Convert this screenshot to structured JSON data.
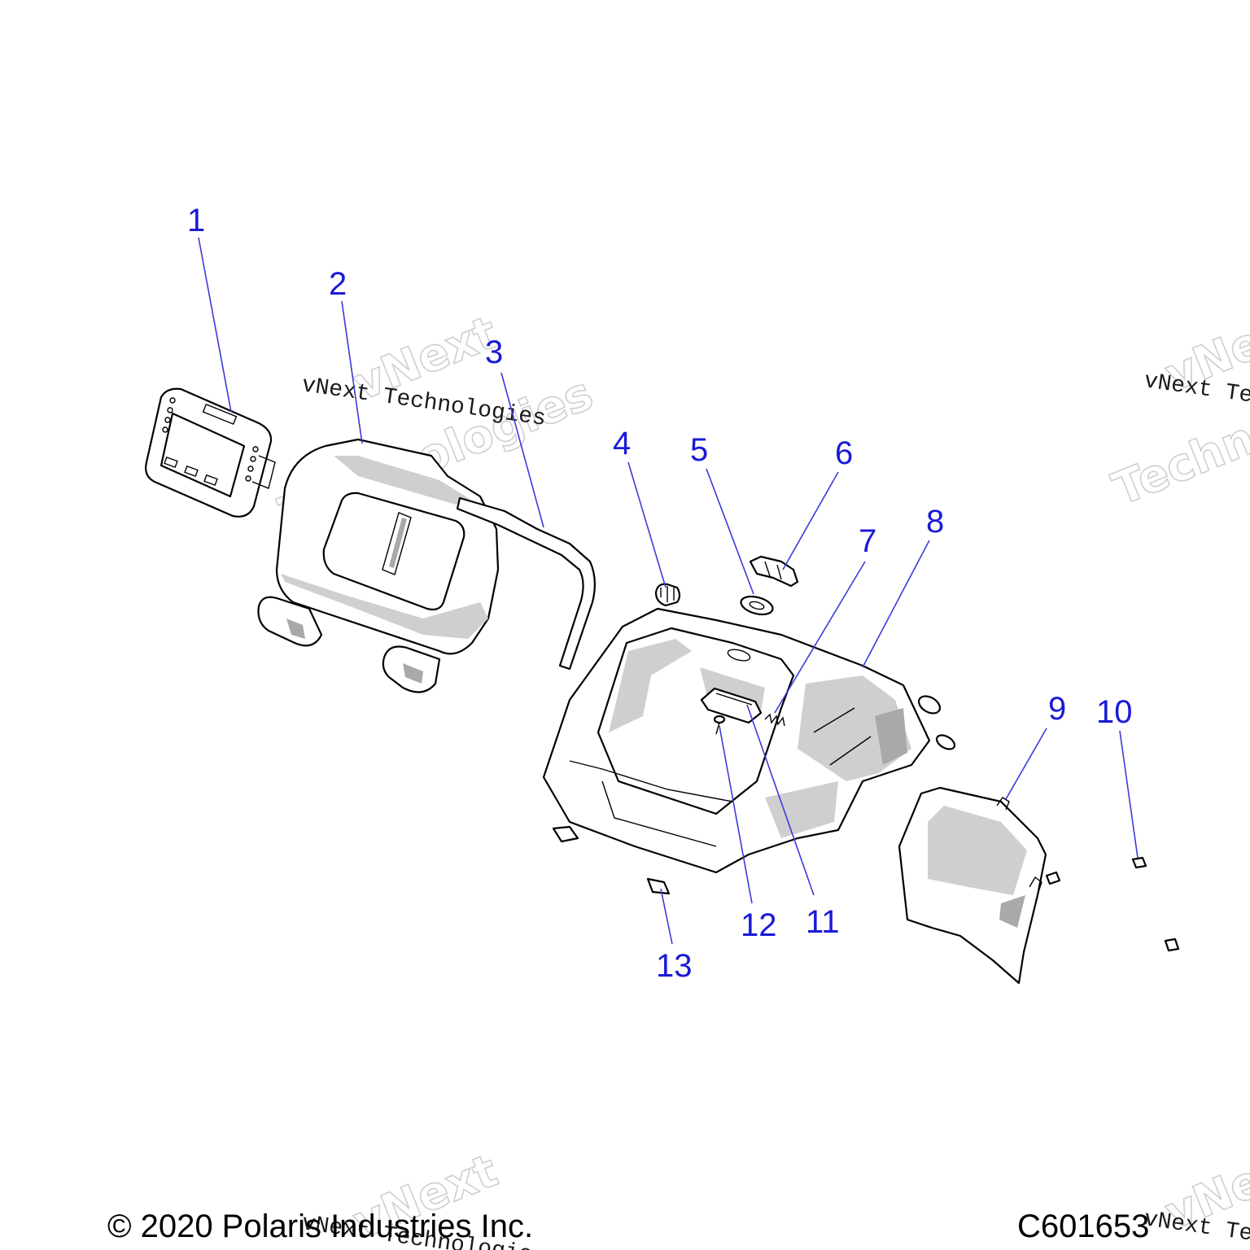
{
  "callouts": [
    {
      "label": "1"
    },
    {
      "label": "2"
    },
    {
      "label": "3"
    },
    {
      "label": "4"
    },
    {
      "label": "5"
    },
    {
      "label": "6"
    },
    {
      "label": "7"
    },
    {
      "label": "8"
    },
    {
      "label": "9"
    },
    {
      "label": "10"
    },
    {
      "label": "11"
    },
    {
      "label": "12"
    },
    {
      "label": "13"
    }
  ],
  "watermark": {
    "stamp_line1": "vNext",
    "stamp_line2": "Technologies",
    "caption": "vNext Technologies"
  },
  "footer": {
    "copyright": "© 2020 Polaris Industries Inc.",
    "diagram_code": "C601653"
  },
  "colors": {
    "callout": "#1a1ad8",
    "line_art": "#000000",
    "shading": "#cfcfcf"
  }
}
